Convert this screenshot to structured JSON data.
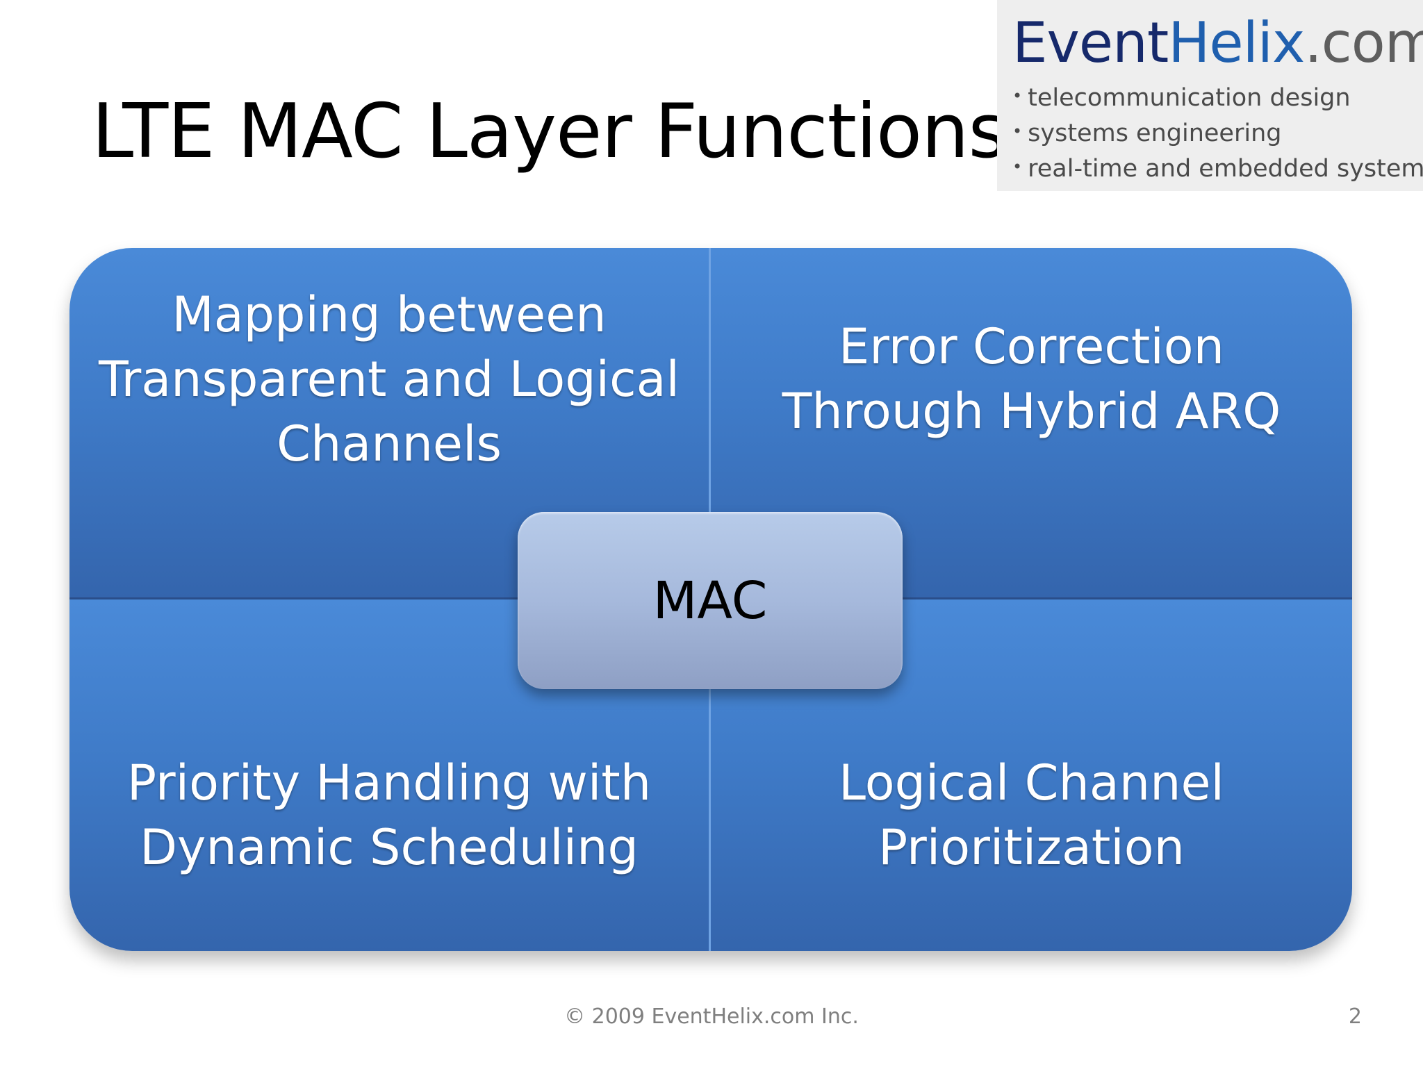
{
  "slide": {
    "title": "LTE MAC Layer Functions"
  },
  "logo": {
    "brand_part1": "Event",
    "brand_part2": "Helix",
    "brand_part3": ".com",
    "taglines": [
      "telecommunication design",
      "systems engineering",
      "real-time and embedded systems"
    ]
  },
  "diagram": {
    "center_label": "MAC",
    "quadrants": {
      "top_left": "Mapping between\nTransparent and Logical\nChannels",
      "top_right": "Error Correction\nThrough Hybrid ARQ",
      "bottom_left": "Priority Handling with\nDynamic Scheduling",
      "bottom_right": "Logical Channel\nPrioritization"
    }
  },
  "footer": {
    "copyright": "© 2009 EventHelix.com Inc.",
    "page_number": "2"
  },
  "colors": {
    "quadrant_blue": "#3f7bc8",
    "center_box": "#a6b9dc",
    "logo_dark_blue": "#16296b",
    "logo_blue": "#1f5fae"
  }
}
